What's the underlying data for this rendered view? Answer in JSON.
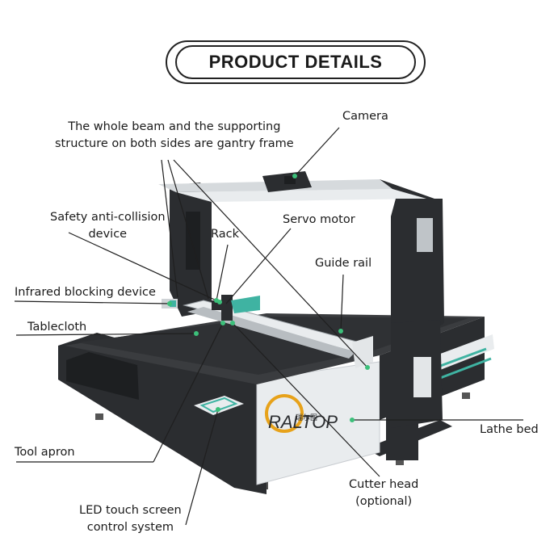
{
  "title": "PRODUCT DETAILS",
  "brand": "RALTOP",
  "brand_sub": "瑞尔图",
  "labels": {
    "camera": "Camera",
    "gantry_line1": "The whole beam and the supporting",
    "gantry_line2": "structure on both sides are gantry frame",
    "safety_line1": "Safety anti-collision",
    "safety_line2": "device",
    "servo": "Servo motor",
    "rack": "Rack",
    "guide_rail": "Guide rail",
    "infrared": "Infrared blocking device",
    "tablecloth": "Tablecloth",
    "lathe_bed": "Lathe bed",
    "tool_apron": "Tool apron",
    "cutter_line1": "Cutter head",
    "cutter_line2": "(optional)",
    "led_line1": "LED touch screen",
    "led_line2": "control system"
  },
  "colors": {
    "frame": "#2b2d30",
    "table_top": "#3a3c3f",
    "panel": "#e9ecee",
    "accent": "#3fb3a2",
    "pointer": "#3cc07a"
  }
}
